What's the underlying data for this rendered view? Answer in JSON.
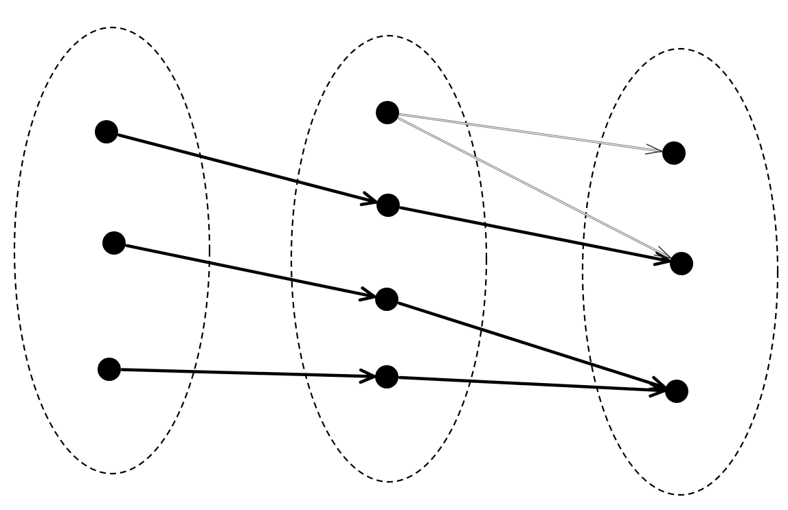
{
  "diagram": {
    "type": "mapping-diagram",
    "colors": {
      "stroke": "#000000",
      "node": "#000000",
      "background": "#ffffff"
    },
    "sets": [
      {
        "id": "set-1",
        "nodes": [
          "a1",
          "a2",
          "a3"
        ]
      },
      {
        "id": "set-2",
        "nodes": [
          "b1",
          "b2",
          "b3",
          "b4"
        ]
      },
      {
        "id": "set-3",
        "nodes": [
          "c1",
          "c2",
          "c3"
        ]
      }
    ],
    "edges": [
      {
        "from": "a1",
        "to": "b2",
        "style": "thick"
      },
      {
        "from": "a2",
        "to": "b3",
        "style": "thick"
      },
      {
        "from": "a3",
        "to": "b4",
        "style": "thick"
      },
      {
        "from": "b2",
        "to": "c2",
        "style": "thick"
      },
      {
        "from": "b3",
        "to": "c3",
        "style": "thick"
      },
      {
        "from": "b4",
        "to": "c3",
        "style": "thick"
      },
      {
        "from": "b1",
        "to": "c1",
        "style": "thin"
      },
      {
        "from": "b1",
        "to": "c2",
        "style": "thin"
      }
    ]
  }
}
